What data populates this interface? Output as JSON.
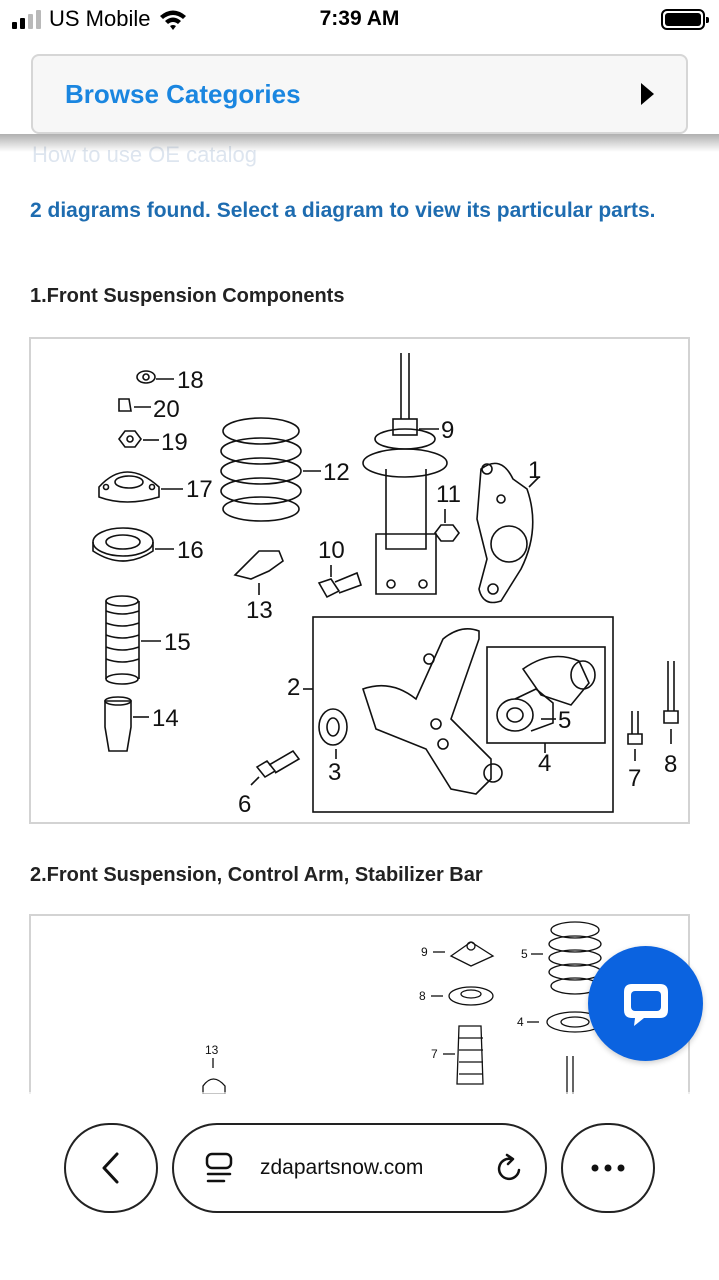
{
  "status": {
    "carrier": "US Mobile",
    "time": "7:39 AM"
  },
  "browse": {
    "label": "Browse Categories"
  },
  "hidden_link": "How to use OE catalog",
  "found_text": "2 diagrams found. Select a diagram to view its particular parts.",
  "diagrams": [
    {
      "title": "1.Front Suspension Components",
      "callouts": [
        "18",
        "20",
        "19",
        "17",
        "16",
        "15",
        "14",
        "12",
        "13",
        "10",
        "9",
        "11",
        "1",
        "2",
        "3",
        "6",
        "5",
        "4",
        "7",
        "8"
      ]
    },
    {
      "title": "2.Front Suspension, Control Arm, Stabilizer Bar",
      "callouts": [
        "9",
        "5",
        "8",
        "4",
        "7",
        "13"
      ]
    }
  ],
  "browser": {
    "url": "zdapartsnow.com"
  },
  "icons": {
    "wifi": "wifi-icon",
    "battery": "battery-icon",
    "chat": "chat-icon",
    "back": "chevron-left-icon",
    "reader": "reader-icon",
    "reload": "reload-icon",
    "more": "more-icon"
  },
  "colors": {
    "link": "#1a86e0",
    "accent": "#0b63e0",
    "text_blue": "#1e6cb0"
  }
}
